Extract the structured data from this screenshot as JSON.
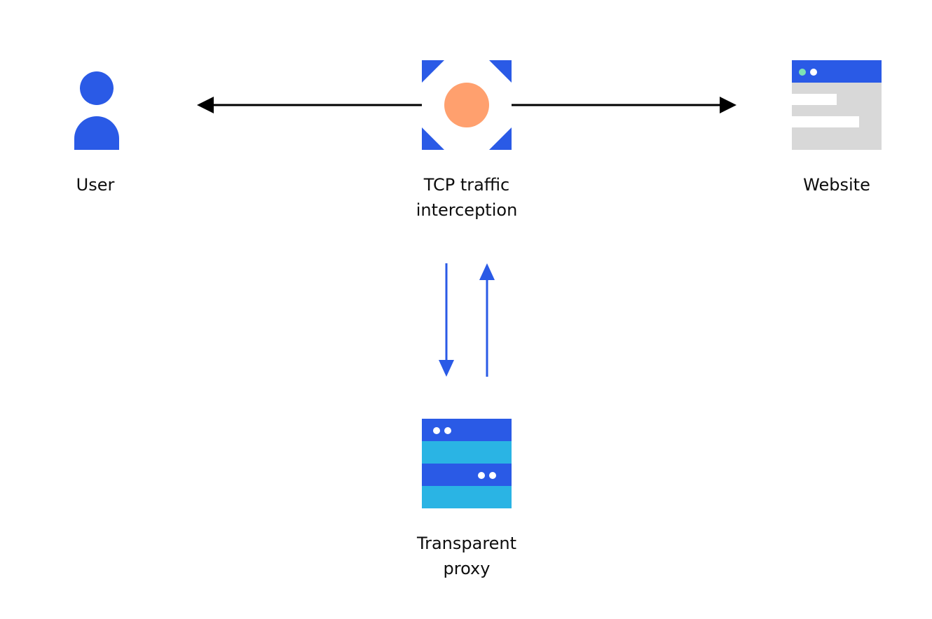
{
  "colors": {
    "blue": "#2a5ae6",
    "cyan": "#2ab4e4",
    "orange": "#ffa06e",
    "gray": "#d8d8d8",
    "green_dot": "#7de3b3",
    "arrow_black": "#000000"
  },
  "nodes": {
    "user": {
      "label": "User",
      "icon": "user-icon"
    },
    "interceptor": {
      "label_line1": "TCP traffic",
      "label_line2": "interception",
      "icon": "interception-icon"
    },
    "website": {
      "label": "Website",
      "icon": "website-icon"
    },
    "proxy": {
      "label_line1": "Transparent",
      "label_line2": "proxy",
      "icon": "server-icon"
    }
  }
}
